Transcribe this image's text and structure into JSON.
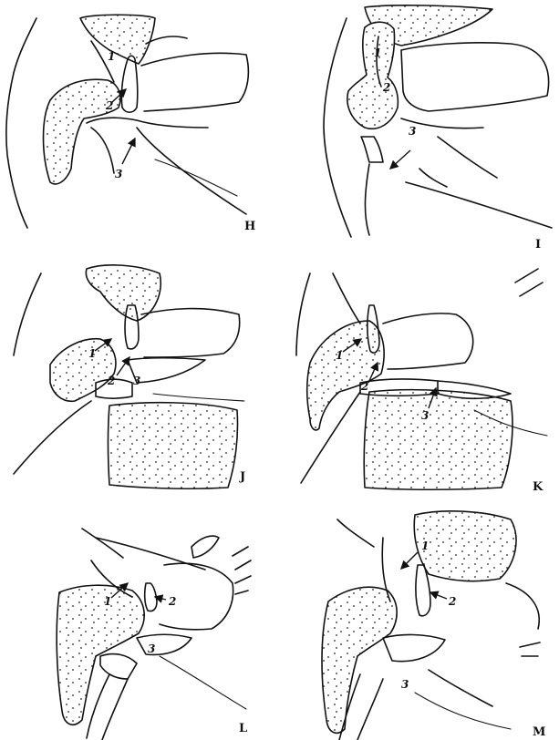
{
  "panels": [
    {
      "id": "H",
      "label": "H",
      "markers": [
        "1",
        "2",
        "3"
      ]
    },
    {
      "id": "I",
      "label": "I",
      "markers": [
        "1",
        "2",
        "3"
      ]
    },
    {
      "id": "J",
      "label": "J",
      "markers": [
        "1",
        "2",
        "3"
      ]
    },
    {
      "id": "K",
      "label": "K",
      "markers": [
        "1",
        "2",
        "3"
      ]
    },
    {
      "id": "L",
      "label": "L",
      "markers": [
        "1",
        "2",
        "3"
      ]
    },
    {
      "id": "M",
      "label": "M",
      "markers": [
        "1",
        "2",
        "3"
      ]
    }
  ],
  "colors": {
    "ink": "#111111",
    "paper": "#ffffff"
  }
}
